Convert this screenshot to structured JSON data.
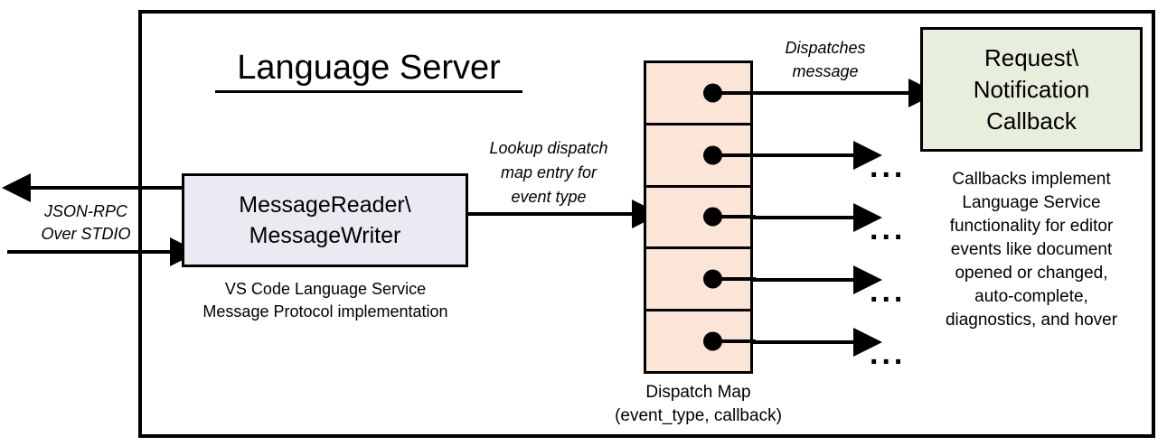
{
  "diagram": {
    "title": "Language Server",
    "colors": {
      "reader_writer_fill": "#EBE9F2",
      "dispatch_map_fill": "#FBE5D6",
      "callback_fill": "#E8EEDC",
      "stroke": "#000000",
      "background": "#FFFFFF"
    },
    "external_label": "JSON-RPC\nOver STDIO",
    "reader_writer": {
      "label": "MessageReader\\\nMessageWriter",
      "caption": "VS Code Language Service\nMessage Protocol implementation"
    },
    "lookup_label": "Lookup dispatch\nmap entry for\nevent type",
    "dispatch_map": {
      "caption": "Dispatch Map\n(event_type, callback)",
      "row_count": 5,
      "rows": [
        {
          "index": 1,
          "target": "callback-box"
        },
        {
          "index": 2,
          "target": "ellipsis"
        },
        {
          "index": 3,
          "target": "ellipsis"
        },
        {
          "index": 4,
          "target": "ellipsis"
        },
        {
          "index": 5,
          "target": "ellipsis"
        }
      ],
      "dispatch_label": "Dispatches\nmessage",
      "ellipsis": "..."
    },
    "callback": {
      "label": "Request\\\nNotification\nCallback",
      "caption": "Callbacks implement\nLanguage Service\nfunctionality for editor\nevents like document\nopened or changed,\nauto-complete,\ndiagnostics, and hover"
    }
  }
}
